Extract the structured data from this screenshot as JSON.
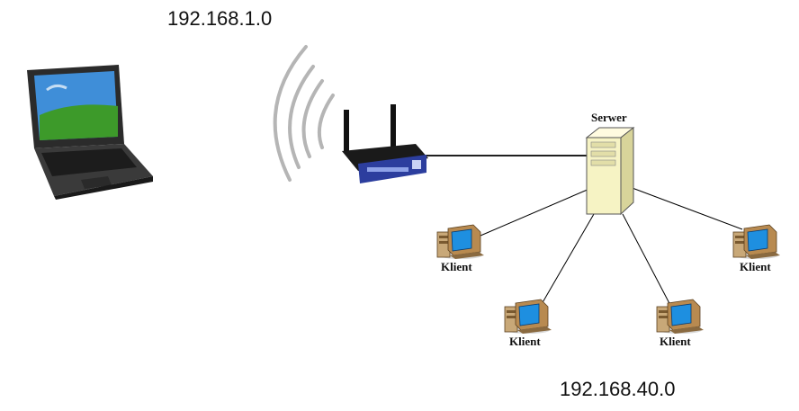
{
  "networks": {
    "wireless_subnet": "192.168.1.0",
    "wired_subnet": "192.168.40.0"
  },
  "nodes": {
    "server_label": "Serwer",
    "client_labels": [
      "Klient",
      "Klient",
      "Klient",
      "Klient"
    ]
  },
  "colors": {
    "link": "#000000",
    "router_body": "#2c3e9e",
    "server_body": "#f6f3c4",
    "monitor_screen": "#1e8fe0",
    "wave": "#b8b8b8"
  },
  "icons": {
    "laptop": "laptop-icon",
    "router": "wireless-router-icon",
    "server": "server-tower-icon",
    "client": "desktop-computer-icon",
    "waves": "wifi-waves-icon"
  }
}
